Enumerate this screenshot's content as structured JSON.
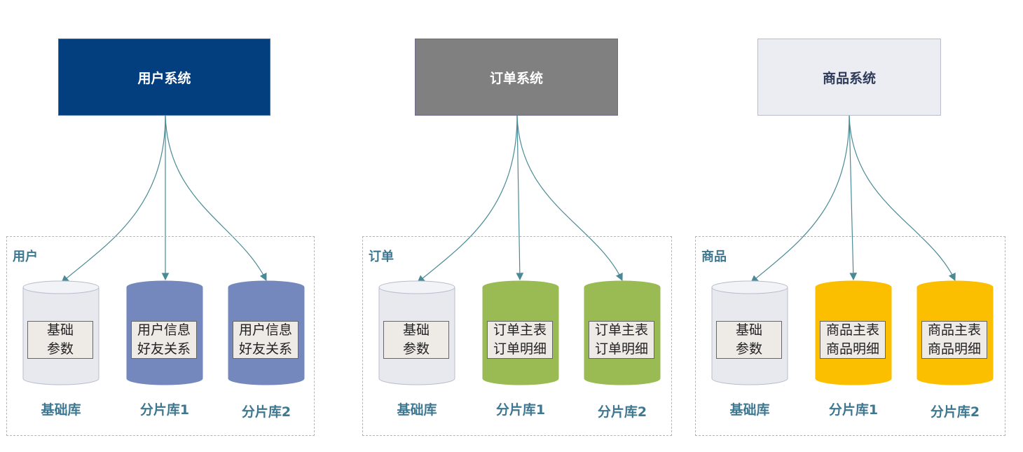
{
  "colors": {
    "connector": "#4a8a95",
    "user_system_fill": "#033e7f",
    "order_system_fill": "#808080",
    "product_system_fill": "#ebedf3",
    "base_db_fill": "#e8e9ef",
    "user_shard_fill": "#7588bd",
    "order_shard_fill": "#9aba54",
    "product_shard_fill": "#fcbf00",
    "group_text": "#3e7790"
  },
  "systems": [
    {
      "title": "用户系统",
      "group_label": "用户",
      "databases": [
        {
          "line1": "基础",
          "line2": "参数",
          "caption": "基础库"
        },
        {
          "line1": "用户信息",
          "line2": "好友关系",
          "caption": "分片库1"
        },
        {
          "line1": "用户信息",
          "line2": "好友关系",
          "caption": "分片库2"
        }
      ]
    },
    {
      "title": "订单系统",
      "group_label": "订单",
      "databases": [
        {
          "line1": "基础",
          "line2": "参数",
          "caption": "基础库"
        },
        {
          "line1": "订单主表",
          "line2": "订单明细",
          "caption": "分片库1"
        },
        {
          "line1": "订单主表",
          "line2": "订单明细",
          "caption": "分片库2"
        }
      ]
    },
    {
      "title": "商品系统",
      "group_label": "商品",
      "databases": [
        {
          "line1": "基础",
          "line2": "参数",
          "caption": "基础库"
        },
        {
          "line1": "商品主表",
          "line2": "商品明细",
          "caption": "分片库1"
        },
        {
          "line1": "商品主表",
          "line2": "商品明细",
          "caption": "分片库2"
        }
      ]
    }
  ]
}
